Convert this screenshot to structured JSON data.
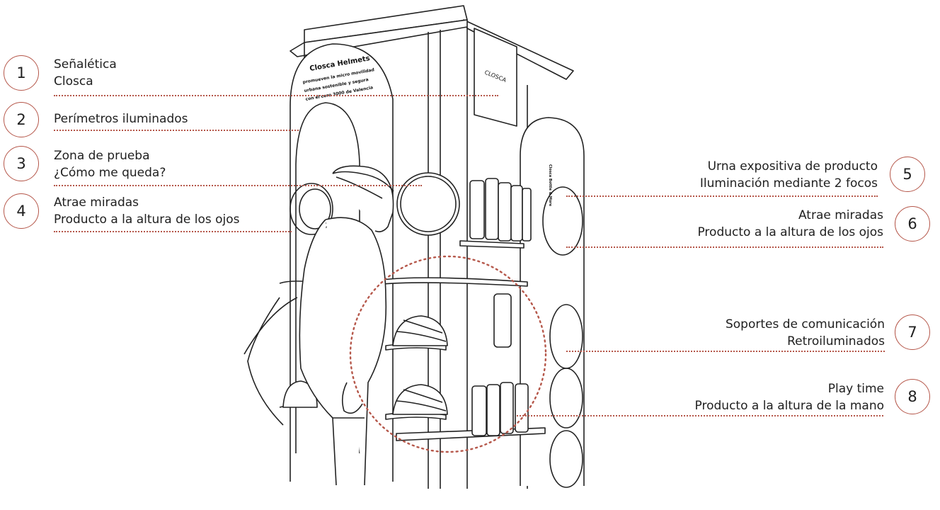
{
  "callouts": [
    {
      "num": "1",
      "line1": "Señalética",
      "line2": "Closca"
    },
    {
      "num": "2",
      "line1": "Perímetros iluminados",
      "line2": ""
    },
    {
      "num": "3",
      "line1": "Zona de prueba",
      "line2": "¿Cómo me queda?"
    },
    {
      "num": "4",
      "line1": "Atrae miradas",
      "line2": "Producto a la altura de los ojos"
    },
    {
      "num": "5",
      "line1": "Urna expositiva de producto",
      "line2": "Iluminación mediante 2 focos"
    },
    {
      "num": "6",
      "line1": "Atrae miradas",
      "line2": "Producto a la altura de los ojos"
    },
    {
      "num": "7",
      "line1": "Soportes de comunicación",
      "line2": "Retroiluminados"
    },
    {
      "num": "8",
      "line1": "Play time",
      "line2": "Producto a la altura de la mano"
    }
  ],
  "signage": {
    "brand": "CLOSCA",
    "headline": "Closca Helmets",
    "tagline_1": "promueven la micro movilidad",
    "tagline_2": "urbana sostenible y segura",
    "tagline_3": "con el cero 3000 de Valencia",
    "side_panel": "Closca Bottle & More"
  },
  "colors": {
    "accent": "#b5574a",
    "ink": "#1f1f1f"
  }
}
